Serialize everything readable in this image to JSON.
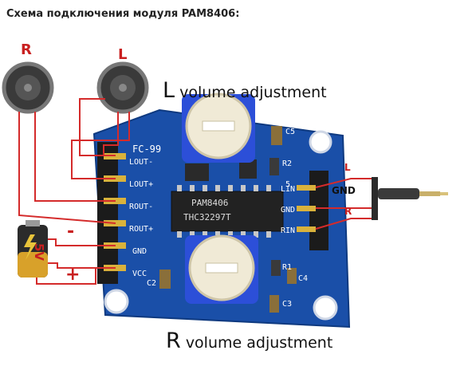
{
  "title": "Схема подключения модуля PAM8406:",
  "speakers": {
    "right_label": "R",
    "left_label": "L"
  },
  "captions": {
    "l_letter": "L",
    "l_text": "volume adjustment",
    "r_letter": "R",
    "r_text": "volume adjustment"
  },
  "pcb": {
    "model": "FC-99",
    "chip_line1": "PAM8406",
    "chip_line2": "THC32297T",
    "output_pins": [
      "LOUT-",
      "LOUT+",
      "ROUT-",
      "ROUT+",
      "GND",
      "VCC"
    ],
    "input_pins": [
      "LIN",
      "GND",
      "RIN"
    ],
    "components": [
      "C5",
      "R2",
      "5",
      "C2",
      "R1",
      "C4",
      "C3"
    ]
  },
  "battery": {
    "voltage": "5V",
    "minus": "-",
    "plus": "+"
  },
  "input_cable": {
    "l": "L",
    "gnd": "GND",
    "r": "R"
  },
  "colors": {
    "pcb": "#1a4fa8",
    "wire": "#d42b2b",
    "potentiometer": "#2c4fd8"
  }
}
